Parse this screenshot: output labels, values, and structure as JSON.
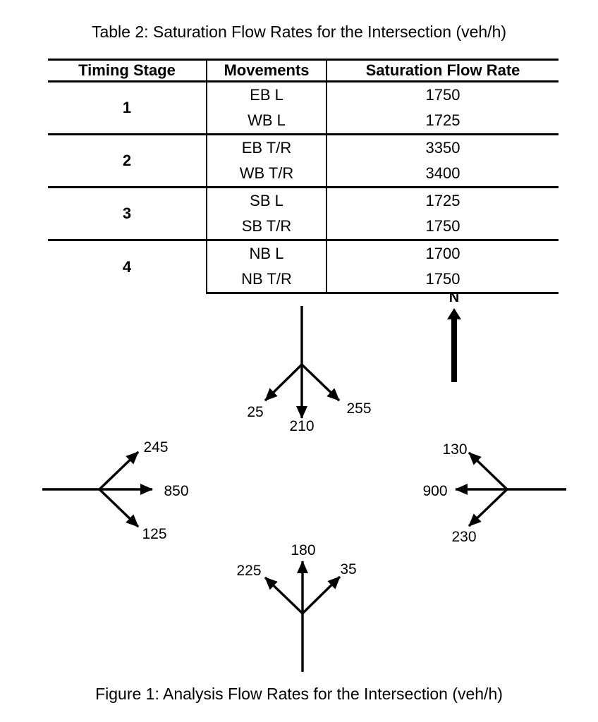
{
  "table": {
    "title": "Table 2: Saturation Flow Rates for the Intersection (veh/h)",
    "headers": [
      "Timing Stage",
      "Movements",
      "Saturation Flow Rate"
    ],
    "stages": [
      {
        "stage": "1",
        "rows": [
          {
            "movement": "EB L",
            "rate": "1750"
          },
          {
            "movement": "WB L",
            "rate": "1725"
          }
        ]
      },
      {
        "stage": "2",
        "rows": [
          {
            "movement": "EB T/R",
            "rate": "3350"
          },
          {
            "movement": "WB T/R",
            "rate": "3400"
          }
        ]
      },
      {
        "stage": "3",
        "rows": [
          {
            "movement": "SB L",
            "rate": "1725"
          },
          {
            "movement": "SB T/R",
            "rate": "1750"
          }
        ]
      },
      {
        "stage": "4",
        "rows": [
          {
            "movement": "NB L",
            "rate": "1700"
          },
          {
            "movement": "NB T/R",
            "rate": "1750"
          }
        ]
      }
    ]
  },
  "figure": {
    "caption": "Figure 1: Analysis Flow Rates for the Intersection (veh/h)",
    "compass": {
      "label": "N"
    },
    "units": "veh/h",
    "approaches": {
      "southbound_top": {
        "left_turn": "255",
        "through": "210",
        "right_turn": "25"
      },
      "eastbound_left": {
        "left_turn": "245",
        "through": "850",
        "right_turn": "125"
      },
      "westbound_right": {
        "left_turn": "230",
        "through": "900",
        "right_turn": "130"
      },
      "northbound_bottom": {
        "left_turn": "225",
        "through": "180",
        "right_turn": "35"
      }
    }
  }
}
